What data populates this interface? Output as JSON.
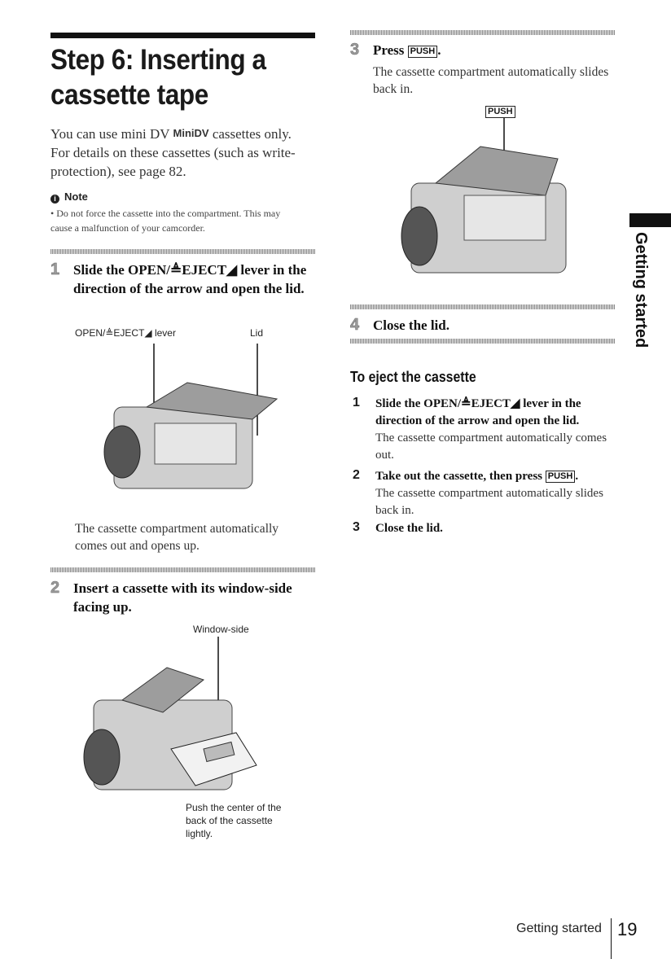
{
  "title": {
    "line1": "Step 6: Inserting a",
    "line2": "cassette tape"
  },
  "intro": {
    "before_logo": "You can use mini DV ",
    "logo_text": "MiniDV",
    "after_logo": " cassettes only. For details on these cassettes (such as write-protection), see page 82."
  },
  "note": {
    "heading": "Note",
    "body": "• Do not force the cassette into the compartment. This may cause a malfunction of your camcorder."
  },
  "steps": [
    {
      "number": "1",
      "text": "Slide the OPEN/≜EJECT◢ lever in the direction of the arrow and open the lid.",
      "labels": {
        "lever": "OPEN/≜EJECT◢ lever",
        "lid": "Lid"
      },
      "caption": "The cassette compartment automatically comes out and opens up."
    },
    {
      "number": "2",
      "text": "Insert a cassette with its window-side facing up.",
      "labels": {
        "window": "Window-side",
        "push_note": "Push the center of the back of the cassette lightly."
      }
    },
    {
      "number": "3",
      "text_before": "Press ",
      "key": "PUSH",
      "text_after": ".",
      "caption": "The cassette compartment automatically slides back in.",
      "labels": {
        "push": "PUSH"
      }
    },
    {
      "number": "4",
      "text": "Close the lid."
    }
  ],
  "eject": {
    "title": "To eject the cassette",
    "items": [
      {
        "number": "1",
        "head": "Slide the OPEN/≜EJECT◢ lever in the direction of the arrow and open the lid.",
        "body": "The cassette compartment automatically comes out."
      },
      {
        "number": "2",
        "head_before": "Take out the cassette, then press ",
        "key": "PUSH",
        "head_after": ".",
        "body": "The cassette compartment automatically slides back in."
      },
      {
        "number": "3",
        "head": "Close the lid."
      }
    ]
  },
  "side_tab": "Getting started",
  "footer": {
    "section": "Getting started",
    "page": "19"
  }
}
